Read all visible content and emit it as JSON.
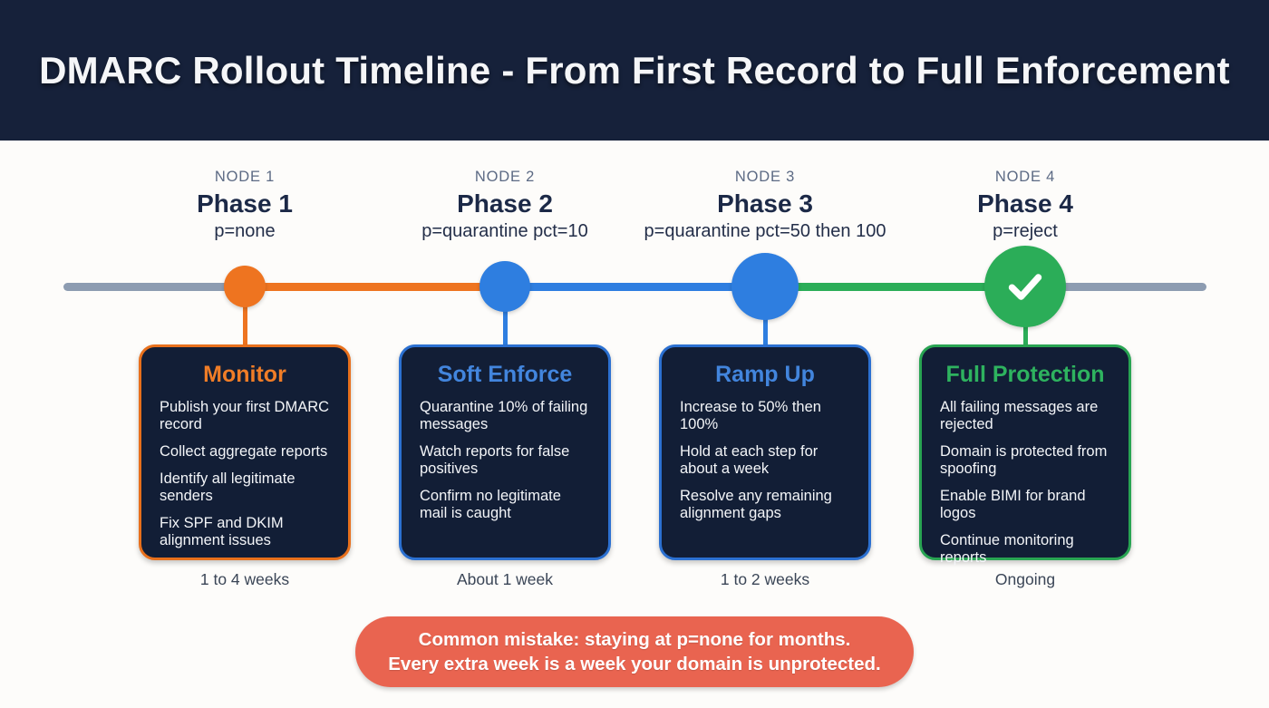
{
  "title": "DMARC Rollout Timeline - From First Record to Full Enforcement",
  "colors": {
    "header_bg": "#16213a",
    "card_bg": "#121e36",
    "orange": "#ee7420",
    "blue": "#2e7ee0",
    "green": "#2bad58",
    "timeline_gray": "#8d9cb1",
    "banner_bg": "#e96450"
  },
  "nodes": [
    {
      "node_label": "NODE 1",
      "phase": "Phase 1",
      "policy": "p=none",
      "accent": "#ee7420",
      "card_title": "Monitor",
      "items": [
        "Publish your first DMARC record",
        "Collect aggregate reports",
        "Identify all legitimate senders",
        "Fix SPF and DKIM alignment issues"
      ],
      "duration": "1 to 4 weeks"
    },
    {
      "node_label": "NODE 2",
      "phase": "Phase 2",
      "policy": "p=quarantine pct=10",
      "accent": "#2e7ee0",
      "card_title": "Soft Enforce",
      "items": [
        "Quarantine 10% of failing messages",
        "Watch reports for false positives",
        "Confirm no legitimate mail is caught"
      ],
      "duration": "About 1 week"
    },
    {
      "node_label": "NODE 3",
      "phase": "Phase 3",
      "policy": "p=quarantine pct=50 then 100",
      "accent": "#2e7ee0",
      "card_title": "Ramp Up",
      "items": [
        "Increase to 50% then 100%",
        "Hold at each step for about a week",
        "Resolve any remaining alignment gaps"
      ],
      "duration": "1 to 2 weeks"
    },
    {
      "node_label": "NODE 4",
      "phase": "Phase 4",
      "policy": "p=reject",
      "accent": "#2bad58",
      "card_title": "Full Protection",
      "items": [
        "All failing messages are rejected",
        "Domain is protected from spoofing",
        "Enable BIMI for brand logos",
        "Continue monitoring reports"
      ],
      "duration": "Ongoing"
    }
  ],
  "banner": {
    "line1": "Common mistake: staying at p=none for months.",
    "line2": "Every extra week is a week your domain is unprotected."
  }
}
